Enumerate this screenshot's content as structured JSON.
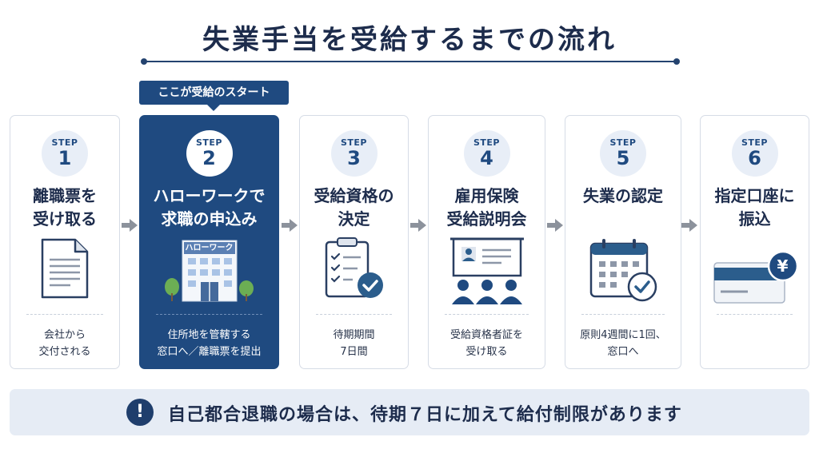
{
  "title": "失業手当を受給するまでの流れ",
  "start_tag": "ここが受給のスタート",
  "step_word": "STEP",
  "steps": [
    {
      "num": "1",
      "line1": "離職票を",
      "line2": "受け取る",
      "note1": "会社から",
      "note2": "交付される",
      "icon": "document-icon"
    },
    {
      "num": "2",
      "line1": "ハローワークで",
      "line2": "求職の申込み",
      "note1": "住所地を管轄する",
      "note2": "窓口へ／離職票を提出",
      "icon": "hellowork-building-icon",
      "sign": "ハローワーク"
    },
    {
      "num": "3",
      "line1": "受給資格の",
      "line2": "決定",
      "note1": "待期期間",
      "note2": "7日間",
      "icon": "checklist-clipboard-icon"
    },
    {
      "num": "4",
      "line1": "雇用保険",
      "line2": "受給説明会",
      "note1": "受給資格者証を",
      "note2": "受け取る",
      "icon": "seminar-presentation-icon"
    },
    {
      "num": "5",
      "line1": "失業の認定",
      "line2": "",
      "note1": "原則4週間に1回、",
      "note2": "窓口へ",
      "icon": "calendar-check-icon"
    },
    {
      "num": "6",
      "line1": "指定口座に",
      "line2": "振込",
      "note1": "",
      "note2": "",
      "icon": "bank-card-yen-icon",
      "yen": "¥"
    }
  ],
  "banner": {
    "icon": "!",
    "text": "自己都合退職の場合は、待期７日に加えて給付制限があります"
  },
  "colors": {
    "primary": "#1f4a80",
    "banner_bg": "#e6ecf5",
    "card_border": "#d6dce6",
    "arrow": "#8c929c",
    "check_green": "#2b5d8c"
  }
}
